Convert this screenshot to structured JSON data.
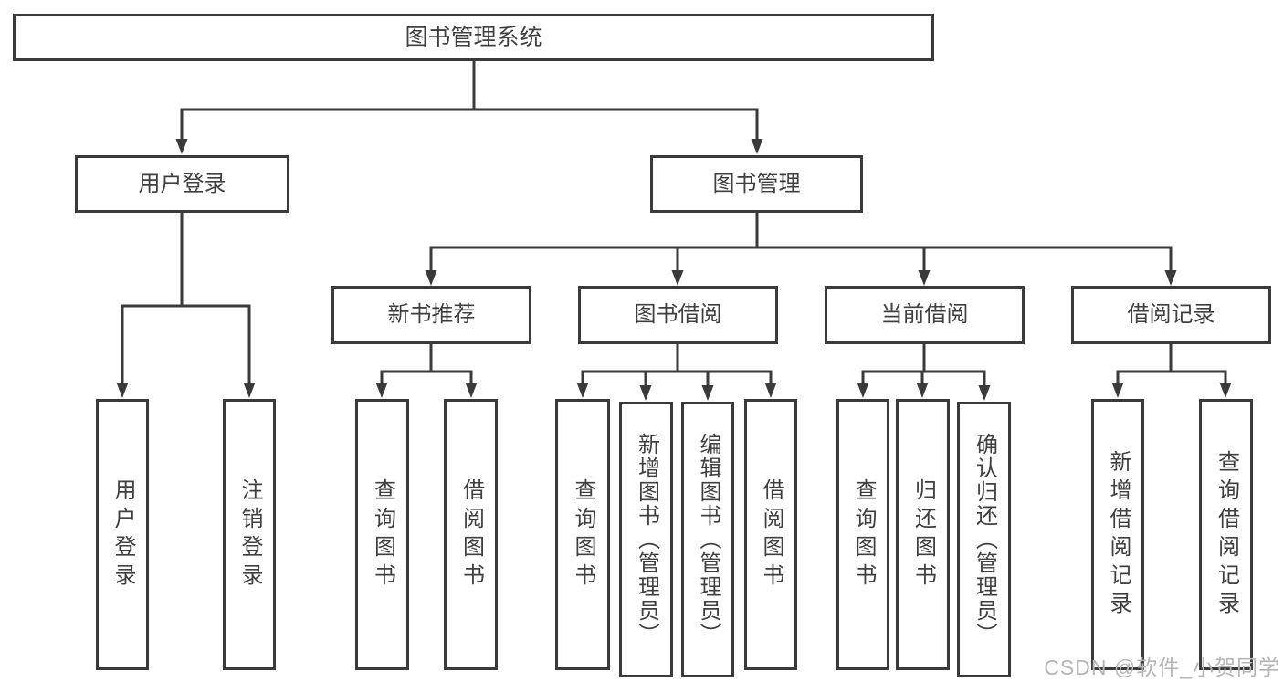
{
  "diagram": {
    "root": {
      "label": "图书管理系统"
    },
    "branches": [
      {
        "label": "用户登录",
        "leaves": [
          {
            "label": "用户登录"
          },
          {
            "label": "注销登录"
          }
        ]
      },
      {
        "label": "图书管理",
        "groups": [
          {
            "label": "新书推荐",
            "leaves": [
              {
                "label": "查询图书"
              },
              {
                "label": "借阅图书"
              }
            ]
          },
          {
            "label": "图书借阅",
            "leaves": [
              {
                "label": "查询图书"
              },
              {
                "label": "新增图书（管理员）"
              },
              {
                "label": "编辑图书（管理员）"
              },
              {
                "label": "借阅图书"
              }
            ]
          },
          {
            "label": "当前借阅",
            "leaves": [
              {
                "label": "查询图书"
              },
              {
                "label": "归还图书"
              },
              {
                "label": "确认归还（管理员）"
              }
            ]
          },
          {
            "label": "借阅记录",
            "leaves": [
              {
                "label": "新增借阅记录"
              },
              {
                "label": "查询借阅记录"
              }
            ]
          }
        ]
      }
    ]
  },
  "watermark": {
    "text": "CSDN @软件_小贺同学"
  },
  "colors": {
    "line": "#3a3a3a",
    "text": "#3f3f3f",
    "watermark": "#b5b5b5",
    "background": "#ffffff"
  }
}
